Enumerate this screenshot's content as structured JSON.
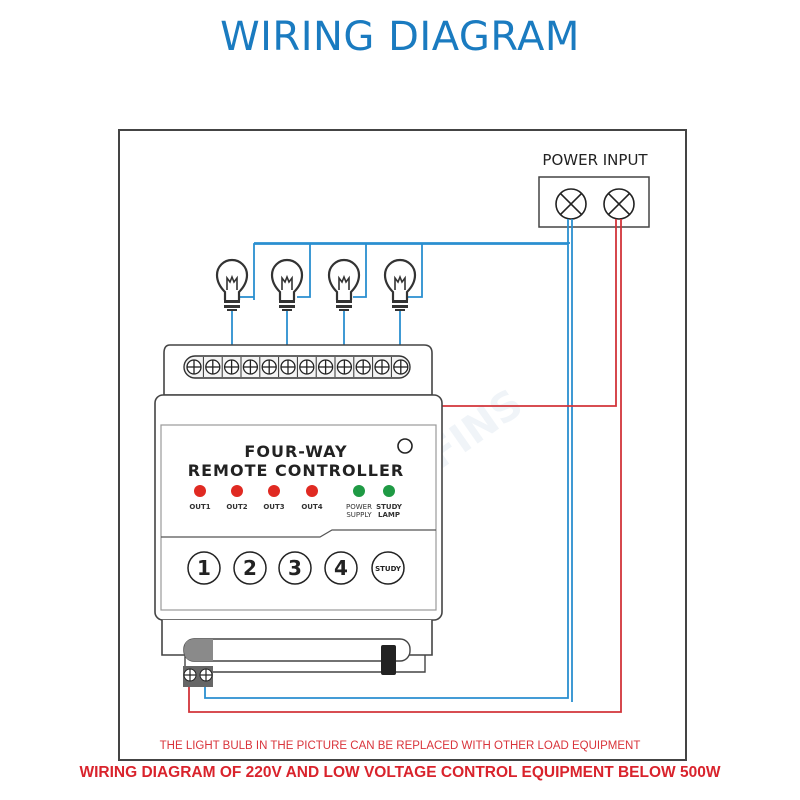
{
  "title": "WIRING DIAGRAM",
  "power_input": {
    "label": "POWER INPUT",
    "terminals": 2
  },
  "loads": {
    "count": 4,
    "type": "light bulb"
  },
  "terminal_block": {
    "screws": 12
  },
  "controller": {
    "name_line1": "FOUR-WAY",
    "name_line2": "REMOTE CONTROLLER",
    "indicators": [
      {
        "label": "OUT1",
        "color": "#e02a22"
      },
      {
        "label": "OUT2",
        "color": "#e02a22"
      },
      {
        "label": "OUT3",
        "color": "#e02a22"
      },
      {
        "label": "OUT4",
        "color": "#e02a22"
      },
      {
        "label_line1": "POWER",
        "label_line2": "SUPPLY",
        "color": "#1f9a44"
      },
      {
        "label_line1": "STUDY",
        "label_line2": "LAMP",
        "color": "#1f9a44"
      }
    ],
    "buttons": [
      "1",
      "2",
      "3",
      "4",
      "STUDY"
    ],
    "watermark": "FINS"
  },
  "wire_colors": {
    "live": "#d2343a",
    "neutral": "#2a8fd0"
  },
  "note": "THE LIGHT BULB IN THE PICTURE CAN BE REPLACED WITH OTHER LOAD EQUIPMENT",
  "footer": "WIRING DIAGRAM OF 220V AND LOW VOLTAGE CONTROL EQUIPMENT BELOW 500W",
  "colors": {
    "title": "#1a7bc0",
    "footer": "#d9232c"
  }
}
